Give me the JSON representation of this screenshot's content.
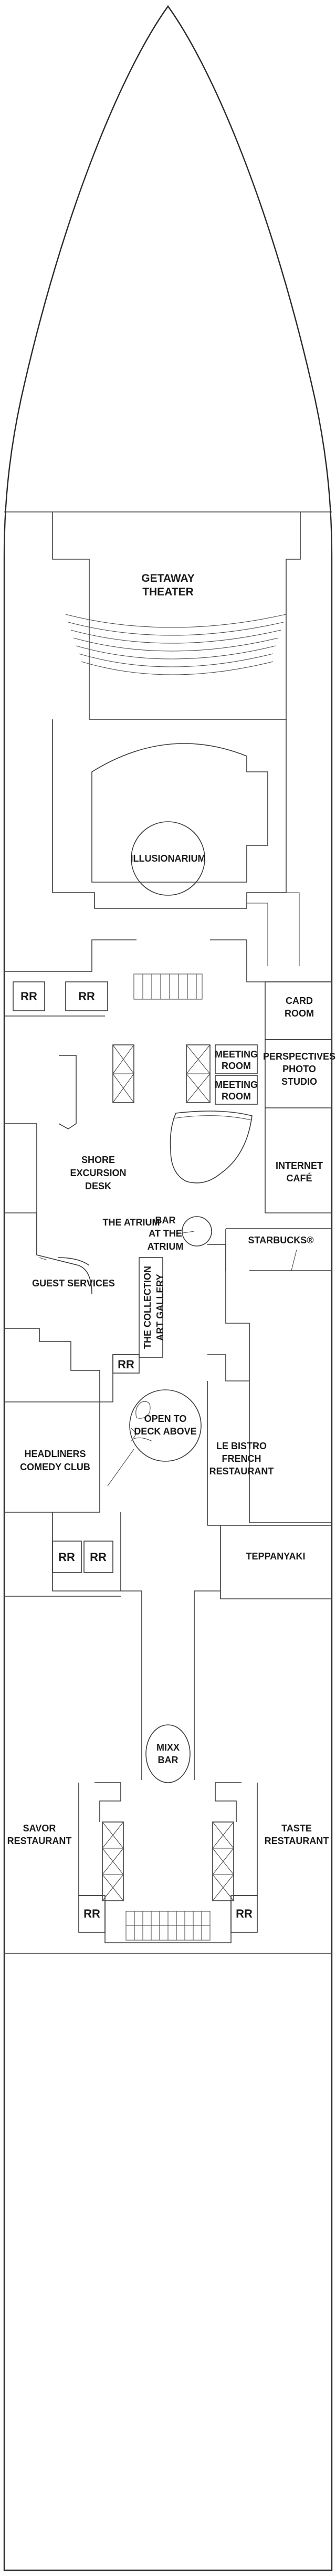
{
  "labels": {
    "getaway_theater": [
      "GETAWAY",
      "THEATER"
    ],
    "illusionarium": "ILLUSIONARIUM",
    "rr_left_1": "RR",
    "rr_left_2": "RR",
    "card_room": [
      "CARD",
      "ROOM"
    ],
    "meeting_room_1": [
      "MEETING",
      "ROOM"
    ],
    "meeting_room_2": [
      "MEETING",
      "ROOM"
    ],
    "perspectives_photo_studio": [
      "PERSPECTIVES",
      "PHOTO",
      "STUDIO"
    ],
    "shore_excursion_desk": [
      "SHORE",
      "EXCURSION",
      "DESK"
    ],
    "internet_cafe": [
      "INTERNET",
      "CAFÉ"
    ],
    "the_atrium": "THE ATRIUM",
    "bar_at_the_atrium": [
      "BAR",
      "AT THE",
      "ATRIUM"
    ],
    "starbucks": "STARBUCKS®",
    "guest_services": "GUEST SERVICES",
    "the_collection_art_gallery": [
      "THE COLLECTION",
      "ART GALLERY"
    ],
    "rr_mid": "RR",
    "open_to_deck_above": [
      "OPEN TO",
      "DECK ABOVE"
    ],
    "headliners_comedy_club": [
      "HEADLINERS",
      "COMEDY CLUB"
    ],
    "le_bistro_french_restaurant": [
      "LE BISTRO",
      "FRENCH",
      "RESTAURANT"
    ],
    "rr_aft_1": "RR",
    "rr_aft_2": "RR",
    "teppanyaki": "TEPPANYAKI",
    "mixx_bar": [
      "MIXX",
      "BAR"
    ],
    "savor_restaurant": [
      "SAVOR",
      "RESTAURANT"
    ],
    "taste_restaurant": [
      "TASTE",
      "RESTAURANT"
    ],
    "rr_savor": "RR",
    "rr_taste": "RR"
  }
}
